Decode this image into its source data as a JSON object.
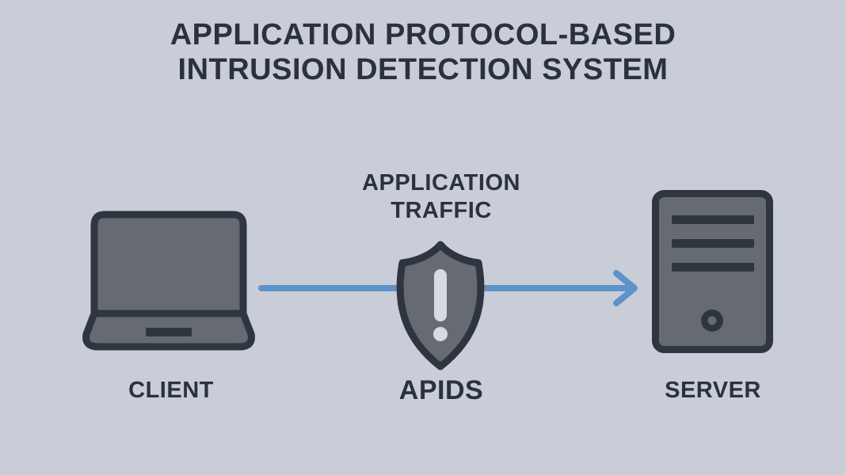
{
  "title": {
    "line1": "APPLICATION PROTOCOL-BASED",
    "line2": "INTRUSION DETECTION SYSTEM",
    "full_text": "APPLICATION PROTOCOL-BASED INTRUSION DETECTION SYSTEM"
  },
  "flow": {
    "label_line1": "APPLICATION",
    "label_line2": "TRAFFIC",
    "full_text": "APPLICATION TRAFFIC",
    "direction": "client-to-server",
    "arrow_icon": "right-arrow-icon"
  },
  "nodes": {
    "client": {
      "label": "CLIENT",
      "icon": "laptop-icon"
    },
    "apids": {
      "label": "APIDS",
      "icon": "shield-alert-icon"
    },
    "server": {
      "label": "SERVER",
      "icon": "server-tower-icon"
    }
  },
  "colors": {
    "background": "#c8cdd7",
    "text": "#2b313d",
    "icon_fill": "#666b73",
    "icon_stroke": "#30363f",
    "icon_detail": "#2f353e",
    "arrow": "#5e93c7",
    "exclamation": "#d7dbe1"
  }
}
